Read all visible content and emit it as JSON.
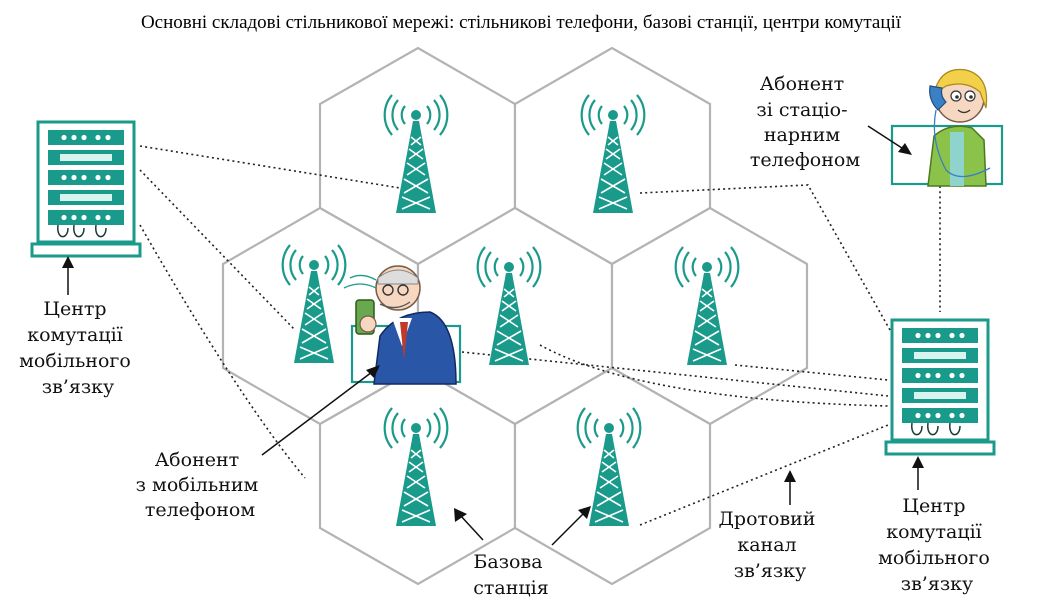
{
  "title": "Основні складові стільникової мережі: стільникові телефони, базові станції, центри комутації",
  "labels": {
    "switch_left": [
      "Центр",
      "комутації",
      "мобільного",
      "зв’язку"
    ],
    "switch_right": [
      "Центр",
      "комутації",
      "мобільного",
      "зв’язку"
    ],
    "landline_subscriber": [
      "Абонент",
      "зі стаціо-",
      "нарним",
      "телефоном"
    ],
    "mobile_subscriber": [
      "Абонент",
      "з мобільним",
      "телефоном"
    ],
    "base_station": [
      "Базова",
      "станція"
    ],
    "wired_channel": [
      "Дротовий",
      "канал",
      "зв’язку"
    ]
  },
  "colors": {
    "teal": "#1a9a8a",
    "hex_stroke": "#b3b3b3",
    "jacket": "#2a56a8"
  },
  "icons": {
    "tower": "radio-tower-icon",
    "switch": "server-rack-icon",
    "mobile_user": "man-with-phone-icon",
    "landline_user": "woman-with-phone-icon"
  }
}
